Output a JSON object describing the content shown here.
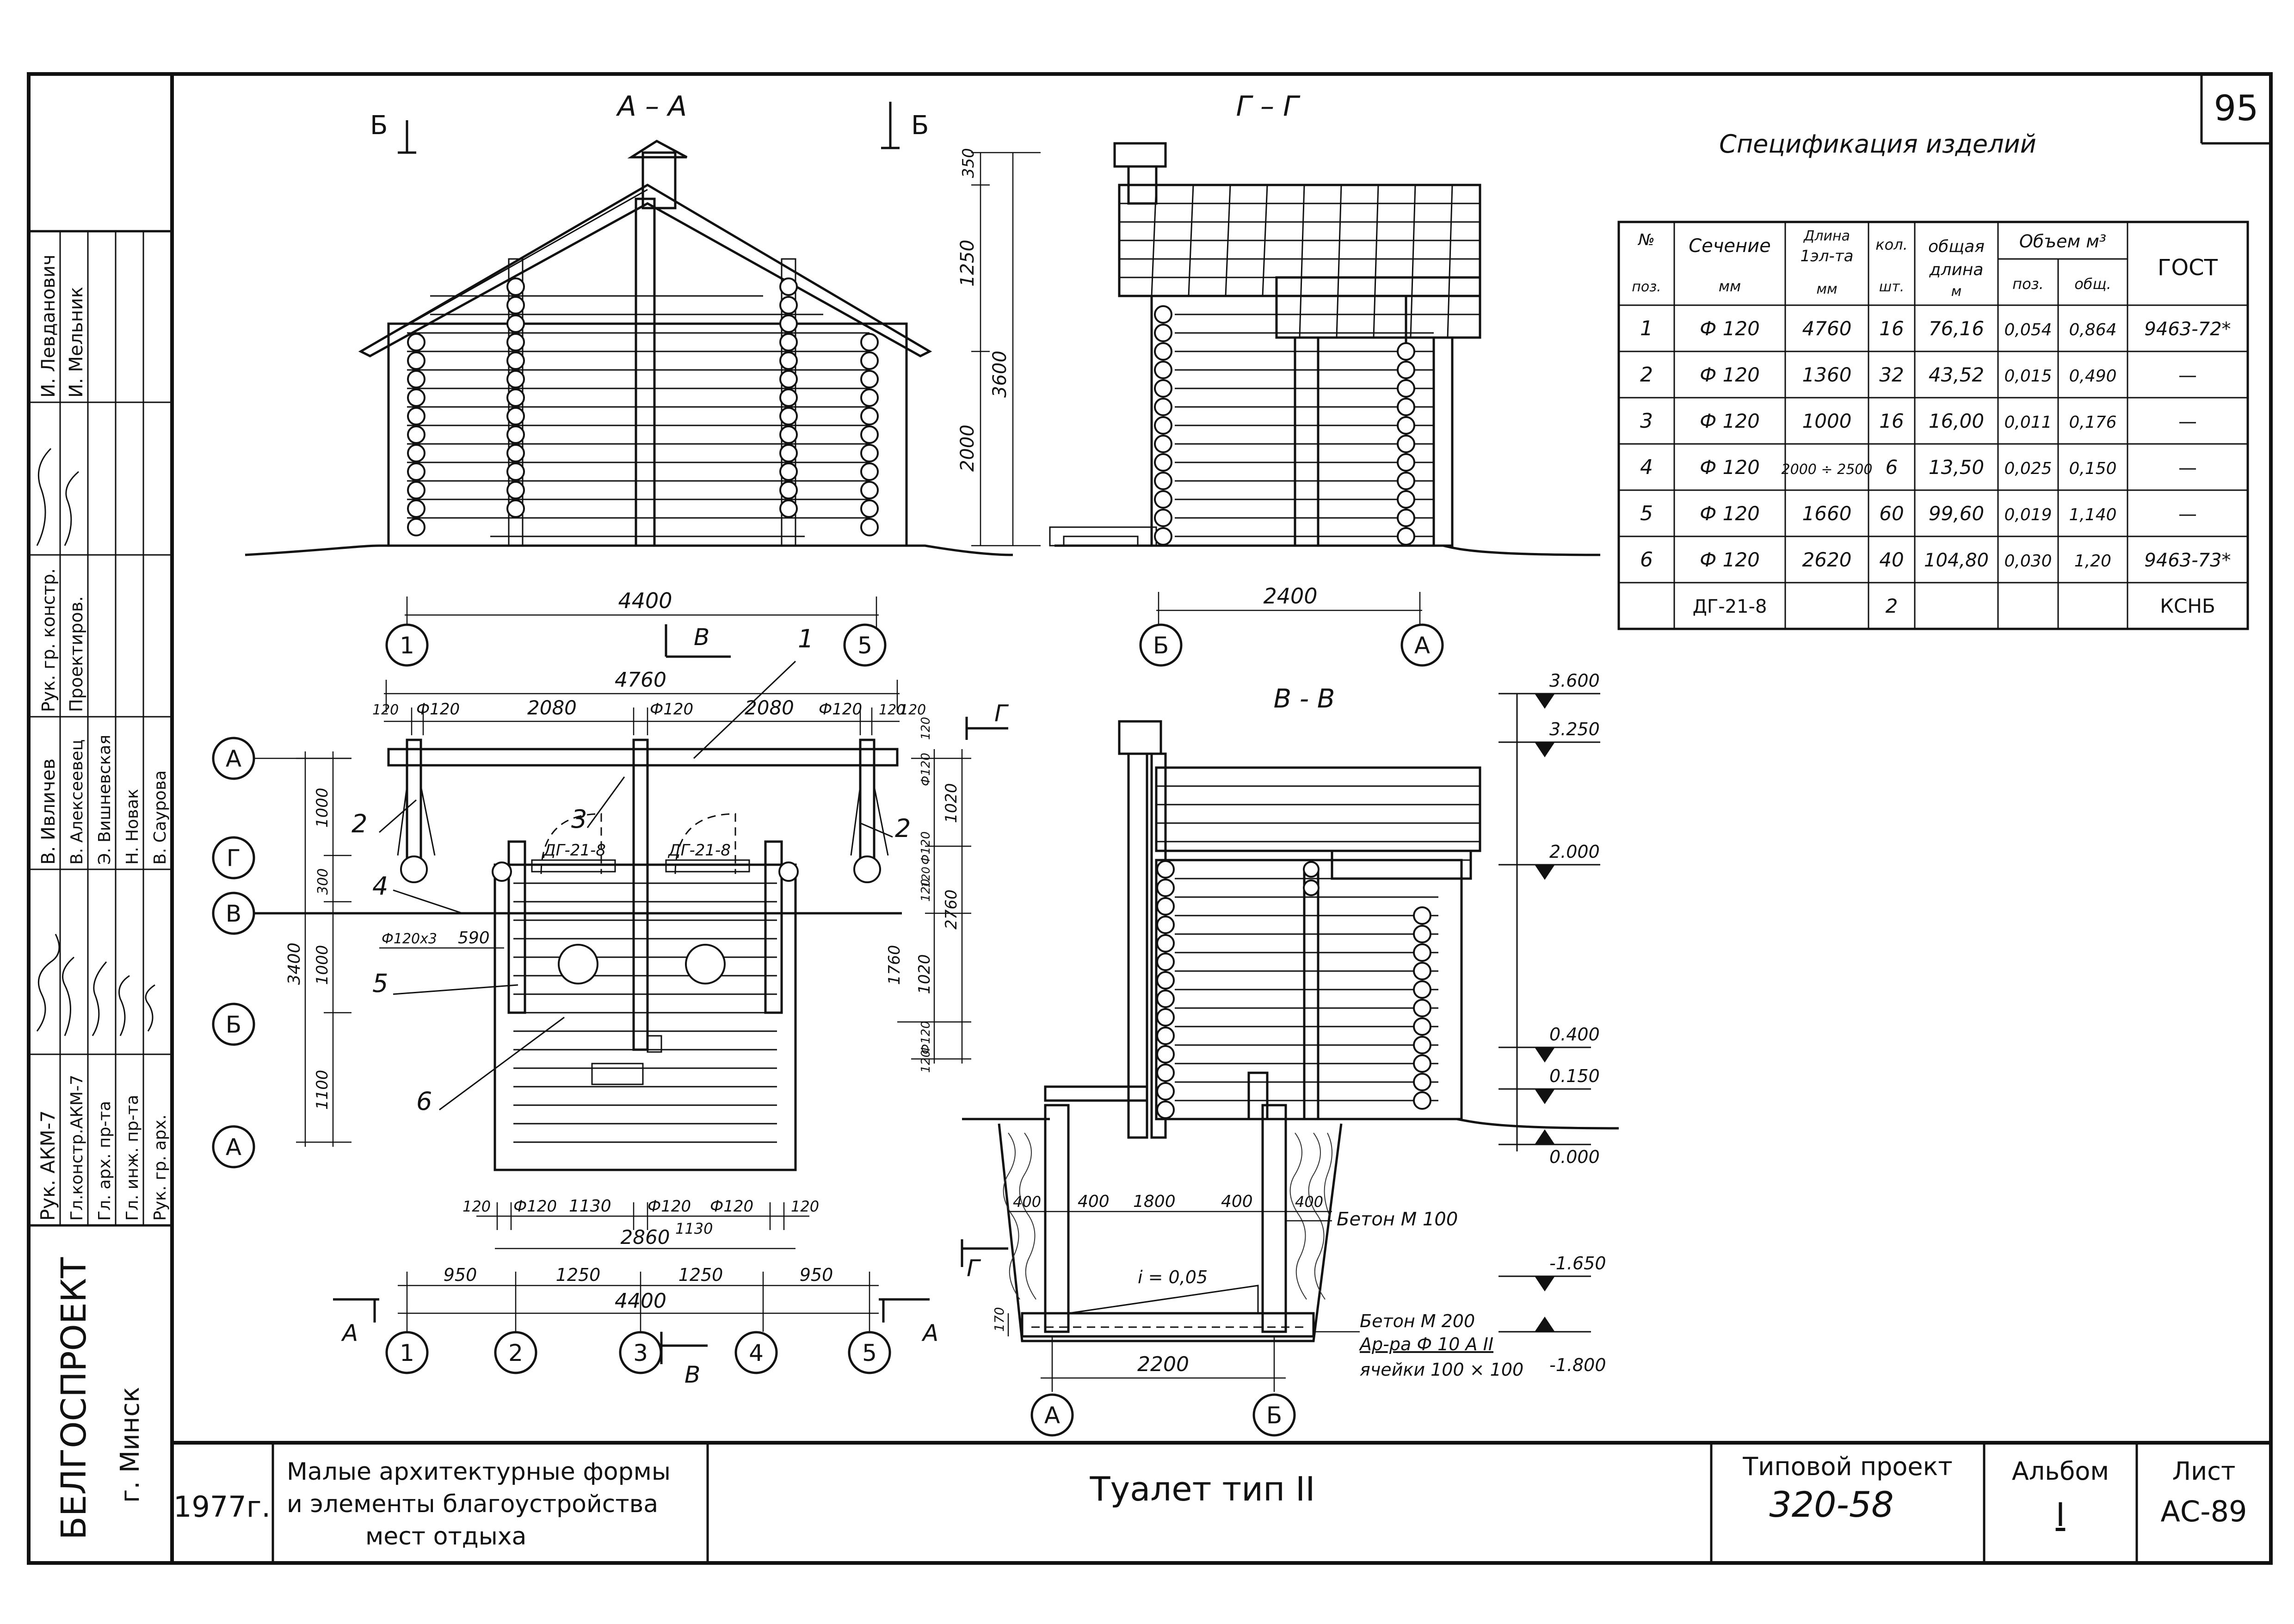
{
  "sheet_number": "95",
  "views": {
    "aa": {
      "title": "А – А",
      "cut_left": "Б",
      "cut_right": "Б"
    },
    "gg": {
      "title": "Г – Г"
    },
    "vv": {
      "title": "В - В"
    }
  },
  "dims": {
    "aa_height_350": "350",
    "aa_height_1250": "1250",
    "aa_height_3600": "3600",
    "aa_height_2000": "2000",
    "aa_width": "4400",
    "gg_width": "2400",
    "plan_total": "4760",
    "plan_seg_left": "2080",
    "plan_seg_right": "2080",
    "plan_phi_1": "Ф120",
    "plan_phi_2": "Ф120",
    "plan_phi_3": "Ф120",
    "plan_120_1": "120",
    "plan_120_2": "120",
    "plan_120_3": "120",
    "plan_left_1000": "1000",
    "plan_left_300": "300",
    "plan_left_3400": "3400",
    "plan_left_1000b": "1000",
    "plan_left_1100": "1100",
    "plan_phi_x3": "Ф120х3",
    "plan_590": "590",
    "plan_right_1020a": "1020",
    "plan_right_2760": "2760",
    "plan_right_1020b": "1020",
    "plan_right_1760": "1760",
    "plan_right_phi_a": "Ф120",
    "plan_right_phi_b": "Ф120",
    "plan_right_phi_c": "Ф120",
    "plan_right_120a": "120",
    "plan_right_120b": "120",
    "plan_right_120c": "120",
    "plan_right_120d": "120",
    "plan_bottom_120a": "120",
    "plan_bottom_phi_a": "Ф120",
    "plan_bottom_1130a": "1130",
    "plan_bottom_phi_b": "Ф120",
    "plan_bottom_1130b": "1130",
    "plan_bottom_phi_c": "Ф120",
    "plan_bottom_120b": "120",
    "plan_bottom_2860": "2860",
    "plan_bottom_950a": "950",
    "plan_bottom_1250a": "1250",
    "plan_bottom_1250b": "1250",
    "plan_bottom_950b": "950",
    "plan_bottom_4400": "4400",
    "vv_400a": "400",
    "vv_400b": "400",
    "vv_1800": "1800",
    "vv_400c": "400",
    "vv_400d": "400",
    "vv_2200": "2200",
    "vv_170": "170",
    "vv_slope": "i = 0,05"
  },
  "marks": {
    "m3600": "3.600",
    "m3250": "3.250",
    "m2000": "2.000",
    "m0400": "0.400",
    "m0150": "0.150",
    "m0000": "0.000",
    "mneg1650": "-1.650",
    "mneg1800": "-1.800"
  },
  "notes": {
    "beton100": "Бетон  М 100",
    "beton200": "Бетон  М 200",
    "armatura": "Ар-ра  Ф 10 А II",
    "yacheiki": "ячейки  100 × 100"
  },
  "plan_labels": {
    "dg1": "ДГ-21-8",
    "dg2": "ДГ-21-8",
    "pos1": "1",
    "pos2a": "2",
    "pos2b": "2",
    "pos3": "3",
    "pos4": "4",
    "pos5": "5",
    "pos6": "6",
    "cut_b": "В",
    "cut_b2": "В",
    "cut_g": "Г",
    "cut_g2": "Г",
    "cut_a1": "А",
    "cut_a2": "А"
  },
  "axes": {
    "top_1": "1",
    "top_5": "5",
    "gg_b": "Б",
    "gg_a": "А",
    "left_a_top": "А",
    "left_g": "Г",
    "left_v": "В",
    "left_b": "Б",
    "left_a_bottom": "А",
    "bot_1": "1",
    "bot_2": "2",
    "bot_3": "3",
    "bot_4": "4",
    "bot_5": "5",
    "vv_a": "А",
    "vv_b": "Б"
  },
  "spec": {
    "title": "Спецификация  изделий",
    "headers": {
      "pos_top": "№",
      "pos_bottom": "поз.",
      "section_top": "Сечение",
      "section_bottom": "мм",
      "length_l1": "Длина",
      "length_l2": "1эл-та",
      "length_l3": "мм",
      "qty_top": "кол.",
      "qty_bottom": "шт.",
      "total_l1": "общая",
      "total_l2": "длина",
      "total_l3": "м",
      "volume": "Объем м³",
      "vol_pos": "поз.",
      "vol_total": "общ.",
      "gost": "ГОСТ"
    },
    "rows": [
      {
        "pos": "1",
        "section": "Ф 120",
        "length": "4760",
        "qty": "16",
        "total": "76,16",
        "vpos": "0,054",
        "vtot": "0,864",
        "gost": "9463-72*"
      },
      {
        "pos": "2",
        "section": "Ф 120",
        "length": "1360",
        "qty": "32",
        "total": "43,52",
        "vpos": "0,015",
        "vtot": "0,490",
        "gost": "—"
      },
      {
        "pos": "3",
        "section": "Ф 120",
        "length": "1000",
        "qty": "16",
        "total": "16,00",
        "vpos": "0,011",
        "vtot": "0,176",
        "gost": "—"
      },
      {
        "pos": "4",
        "section": "Ф 120",
        "length": "2000 ÷ 2500",
        "qty": "6",
        "total": "13,50",
        "vpos": "0,025",
        "vtot": "0,150",
        "gost": "—"
      },
      {
        "pos": "5",
        "section": "Ф 120",
        "length": "1660",
        "qty": "60",
        "total": "99,60",
        "vpos": "0,019",
        "vtot": "1,140",
        "gost": "—"
      },
      {
        "pos": "6",
        "section": "Ф 120",
        "length": "2620",
        "qty": "40",
        "total": "104,80",
        "vpos": "0,030",
        "vtot": "1,20",
        "gost": "9463-73*"
      },
      {
        "pos": "",
        "section": "ДГ-21-8",
        "length": "",
        "qty": "2",
        "total": "",
        "vpos": "",
        "vtot": "",
        "gost": "КСНБ"
      }
    ]
  },
  "side_stamp": {
    "org": "БЕЛГОСПРОЕКТ",
    "city": "г. Минск",
    "roles": [
      "Рук. АКМ-7",
      "Гл.констр.АКМ-7",
      "Гл. арх. пр-та",
      "Гл. инж. пр-та",
      "Рук. гр. арх."
    ],
    "names_a": [
      "В. Ивличев",
      "В. Алексеевец",
      "Э. Вишневская",
      "Н. Новак",
      "В. Саурова"
    ],
    "roles_b": [
      "Рук. гр. констр.",
      "Проектиров."
    ],
    "names_b": [
      "И. Левданович",
      "И. Мельник"
    ]
  },
  "title_block": {
    "year": "1977г.",
    "desc_l1": "Малые архитектурные формы",
    "desc_l2": "и элементы благоустройства",
    "desc_l3": "мест  отдыха",
    "title": "Туалет  тип  II",
    "project_label": "Типовой  проект",
    "project_no": "320-58",
    "album_label": "Альбом",
    "album_no": "I",
    "sheet_label": "Лист",
    "sheet_no": "АС-89"
  }
}
